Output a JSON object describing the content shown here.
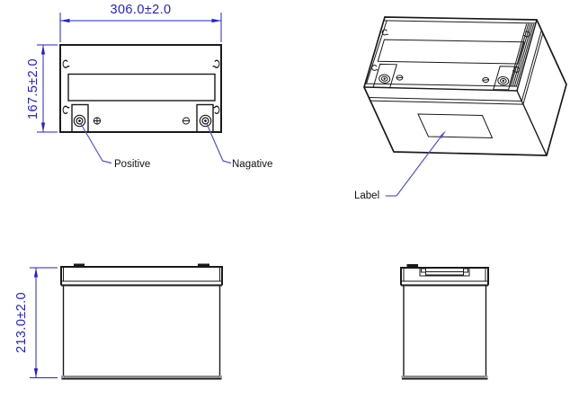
{
  "views": {
    "top": {
      "name": "top view",
      "width_dim": "306.0±2.0",
      "height_dim": "167.5±2.0",
      "positive_label": "Positive",
      "negative_label": "Nagative"
    },
    "isometric": {
      "name": "isometric view",
      "label_annotation": "Label"
    },
    "front": {
      "name": "front view",
      "height_dim": "213.0±2.0"
    },
    "side": {
      "name": "side view"
    }
  },
  "symbols": {
    "positive_terminal_mark": "plus-circle-icon",
    "negative_terminal_mark": "minus-circle-icon",
    "corner_clip": "hook-icon"
  },
  "colors": {
    "line": "#1a1a1a",
    "dimension": "#2020d8",
    "leader": "#5050dc",
    "text": "#111111",
    "background": "#ffffff"
  }
}
